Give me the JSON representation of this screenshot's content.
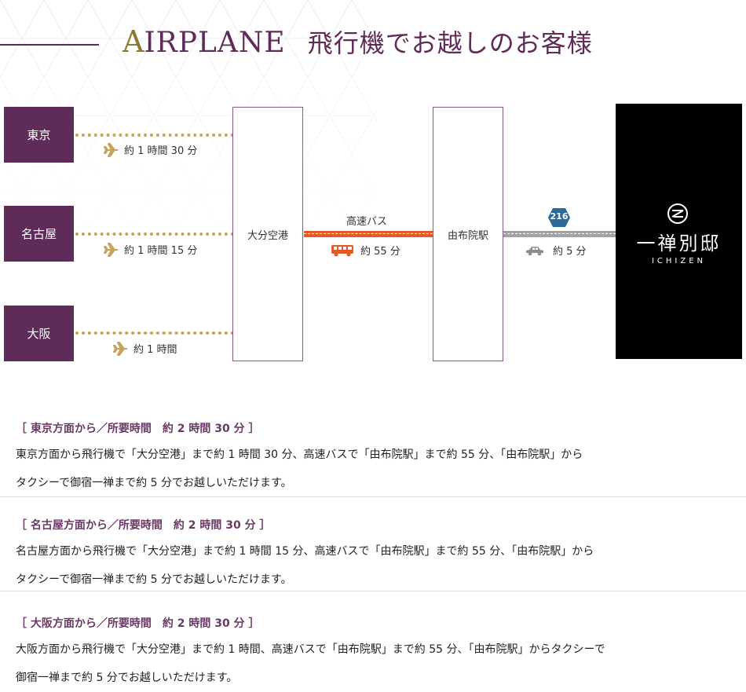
{
  "header": {
    "title_first": "A",
    "title_rest": "IRPLANE",
    "title_jp": "飛行機でお越しのお客様"
  },
  "colors": {
    "brand_purple": "#5f2b58",
    "gold_accent": "#8c7a34",
    "dotted_route": "#c9a35b",
    "bus_route": "#e35a27",
    "road_route": "#a2a2a2",
    "route_badge": "#2c6a9a"
  },
  "diagram": {
    "origins": [
      {
        "name": "東京",
        "flight_time": "約 1 時間 30 分",
        "icon": "airplane-icon"
      },
      {
        "name": "名古屋",
        "flight_time": "約 1 時間 15 分",
        "icon": "airplane-icon"
      },
      {
        "name": "大阪",
        "flight_time": "約 1 時間",
        "icon": "airplane-icon"
      }
    ],
    "airport": "大分空港",
    "bus_label": "高速バス",
    "bus_time": "約 55 分",
    "bus_icon": "bus-icon",
    "station": "由布院駅",
    "route_number": "216",
    "taxi_time": "約 5 分",
    "taxi_icon": "car-icon",
    "hotel_name": "一禅別邸",
    "hotel_roman": "ICHIZEN",
    "hotel_logo_icon": "ichizen-logo-icon"
  },
  "sections": [
    {
      "heading": "［ 東京方面から／所要時間　約 2 時間 30 分 ］",
      "line1": "東京方面から飛行機で「大分空港」まで約 1 時間 30 分、高速バスで「由布院駅」まで約 55 分、「由布院駅」から",
      "line2": "タクシーで御宿一禅まで約 5 分でお越しいただけます。"
    },
    {
      "heading": "［ 名古屋方面から／所要時間　約 2 時間 30 分 ］",
      "line1": "名古屋方面から飛行機で「大分空港」まで約 1 時間 15 分、高速バスで「由布院駅」まで約 55 分、「由布院駅」から",
      "line2": "タクシーで御宿一禅まで約 5 分でお越しいただけます。"
    },
    {
      "heading": "［ 大阪方面から／所要時間　約 2 時間 30 分 ］",
      "line1": "大阪方面から飛行機で「大分空港」まで約 1 時間、高速バスで「由布院駅」まで約 55 分、「由布院駅」からタクシーで",
      "line2": "御宿一禅まで約 5 分でお越しいただけます。"
    }
  ]
}
